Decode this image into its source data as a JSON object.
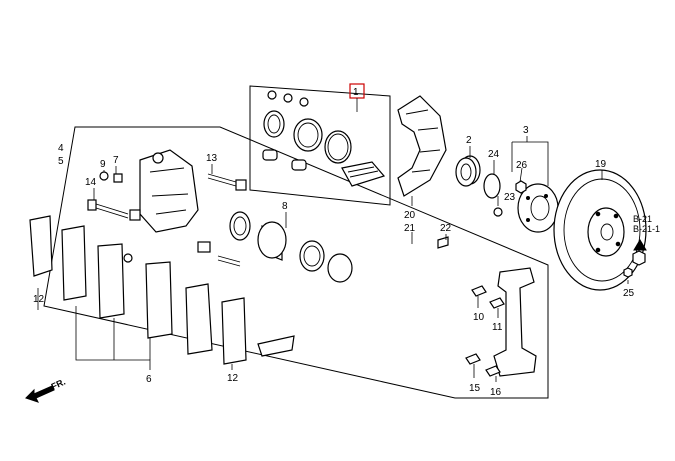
{
  "callouts": {
    "c1": "1",
    "c2": "2",
    "c3": "3",
    "c4": "4",
    "c5": "5",
    "c6": "6",
    "c7": "7",
    "c8": "8",
    "c9": "9",
    "c10": "10",
    "c11": "11",
    "c12a": "12",
    "c12b": "12",
    "c13": "13",
    "c14": "14",
    "c15": "15",
    "c16": "16",
    "c19": "19",
    "c20": "20",
    "c21": "21",
    "c22": "22",
    "c23": "23",
    "c24": "24",
    "c25": "25",
    "c26": "26"
  },
  "references": {
    "ref1": "B-21",
    "ref2": "B-21-1"
  },
  "direction": "FR.",
  "colors": {
    "line": "#000000",
    "highlight_box": "#cc0000",
    "background": "#ffffff"
  }
}
